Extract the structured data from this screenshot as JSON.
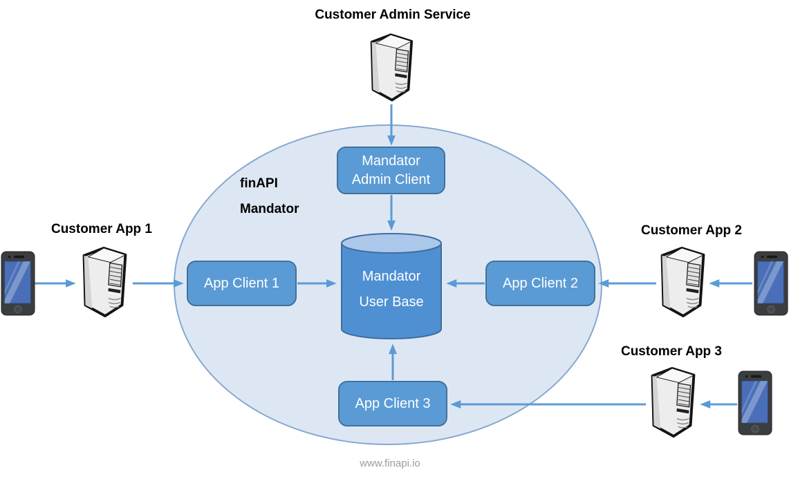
{
  "diagram": {
    "external": {
      "admin_service": {
        "label": "Customer Admin Service"
      },
      "app1": {
        "label": "Customer App 1"
      },
      "app2": {
        "label": "Customer App 2"
      },
      "app3": {
        "label": "Customer App 3"
      }
    },
    "zone": {
      "label_line1": "finAPI",
      "label_line2": "Mandator"
    },
    "nodes": {
      "admin_client": {
        "line1": "Mandator",
        "line2": "Admin Client"
      },
      "user_base": {
        "line1": "Mandator",
        "line2": "User Base"
      },
      "app_client_1": {
        "label": "App Client 1"
      },
      "app_client_2": {
        "label": "App Client 2"
      },
      "app_client_3": {
        "label": "App Client 3"
      }
    },
    "edges": [
      {
        "from": "customer-admin-service-server",
        "to": "mandator-admin-client"
      },
      {
        "from": "mandator-admin-client",
        "to": "mandator-user-base"
      },
      {
        "from": "customer-app-1-phone",
        "to": "customer-app-1-server"
      },
      {
        "from": "customer-app-1-server",
        "to": "app-client-1"
      },
      {
        "from": "app-client-1",
        "to": "mandator-user-base"
      },
      {
        "from": "customer-app-2-phone",
        "to": "customer-app-2-server"
      },
      {
        "from": "customer-app-2-server",
        "to": "app-client-2"
      },
      {
        "from": "app-client-2",
        "to": "mandator-user-base"
      },
      {
        "from": "customer-app-3-phone",
        "to": "customer-app-3-server"
      },
      {
        "from": "customer-app-3-server",
        "to": "app-client-3"
      },
      {
        "from": "app-client-3",
        "to": "mandator-user-base"
      }
    ],
    "colors": {
      "box_fill": "#5b9bd5",
      "box_border": "#41719c",
      "zone_fill": "#dde7f3",
      "zone_border": "#86a8d0",
      "cylinder_body": "#4f90d3",
      "cylinder_top": "#abc8ea",
      "arrow": "#5b9bd5",
      "label_text": "#000000",
      "box_text": "#ffffff",
      "footer_text": "#9b9b9b"
    }
  },
  "footer": {
    "url": "www.finapi.io"
  }
}
